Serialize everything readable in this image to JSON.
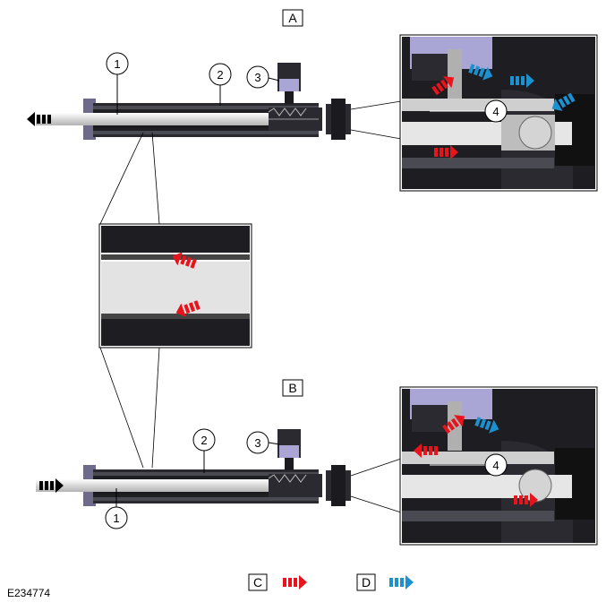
{
  "figure_id": "E234774",
  "views": {
    "a": {
      "label": "A"
    },
    "b": {
      "label": "B"
    }
  },
  "callouts": {
    "shaft": "1",
    "cylinder": "2",
    "valve": "3",
    "piston": "4"
  },
  "legend": {
    "c": {
      "label": "C",
      "color": "#e8141b"
    },
    "d": {
      "label": "D",
      "color": "#1d90d0"
    }
  },
  "colors": {
    "body_dark": "#1d1d22",
    "body_mid": "#3a3a42",
    "shaft_light": "#e8e8e8",
    "end_cap": "#6e6a8c",
    "valve_cap": "#a9a6d6"
  },
  "icons": {
    "arrow_left_black": "dashed-arrow-left-icon",
    "arrow_right_black": "dashed-arrow-right-icon",
    "arrow_red": "red-dashed-arrow-icon",
    "arrow_blue": "blue-dashed-arrow-icon"
  }
}
